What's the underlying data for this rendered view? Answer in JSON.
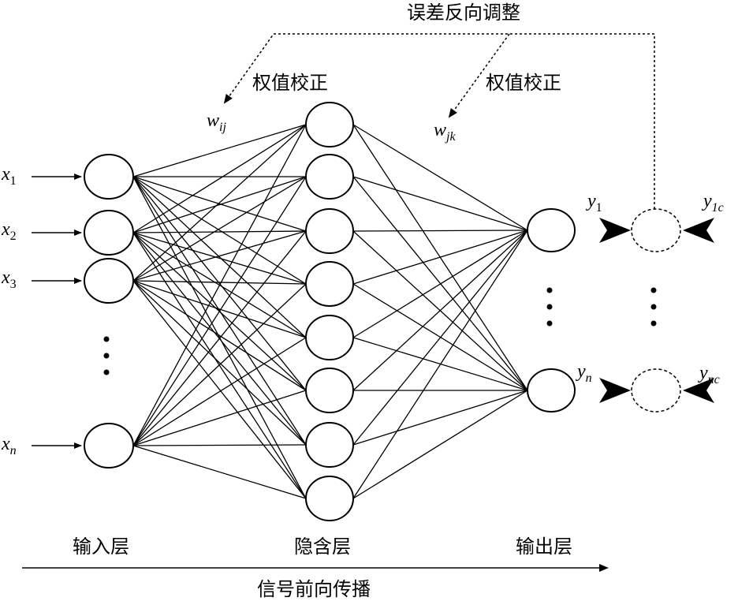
{
  "labels": {
    "error_backprop": "误差反向调整",
    "weight_correction_left": "权值校正",
    "weight_correction_right": "权值校正",
    "input_layer": "输入层",
    "hidden_layer": "隐含层",
    "output_layer": "输出层",
    "forward_propagation": "信号前向传播"
  },
  "weights": {
    "w_ij": {
      "base": "w",
      "sub": "ij"
    },
    "w_jk": {
      "base": "w",
      "sub": "jk"
    }
  },
  "inputs": [
    {
      "base": "x",
      "sub": "1"
    },
    {
      "base": "x",
      "sub": "2"
    },
    {
      "base": "x",
      "sub": "3"
    },
    {
      "base": "x",
      "sub": "n"
    }
  ],
  "outputs": [
    {
      "base": "y",
      "sub": "1"
    },
    {
      "base": "y",
      "sub": "n"
    }
  ],
  "targets": [
    {
      "base": "y",
      "sub": "1c"
    },
    {
      "base": "y",
      "sub": "nc"
    }
  ],
  "network": {
    "input_nodes": 4,
    "hidden_nodes": 8,
    "output_nodes": 2
  }
}
